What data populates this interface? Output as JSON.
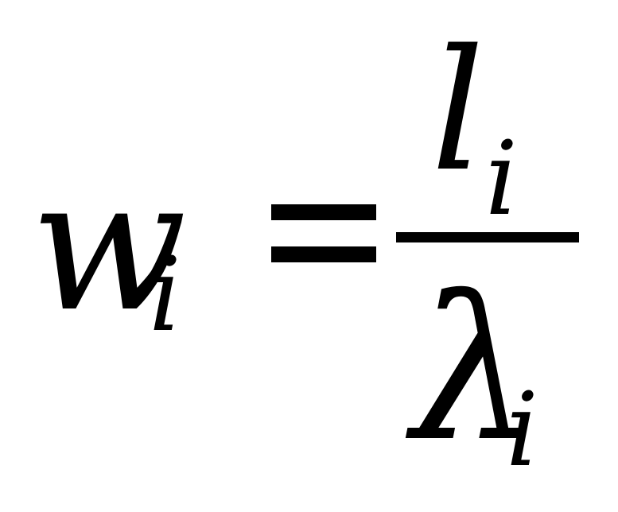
{
  "formula": {
    "lhs": "w",
    "lhs_subscript": "i",
    "operator": "=",
    "numerator": "l",
    "numerator_subscript": "i",
    "denominator": "λ",
    "denominator_subscript": "i"
  }
}
